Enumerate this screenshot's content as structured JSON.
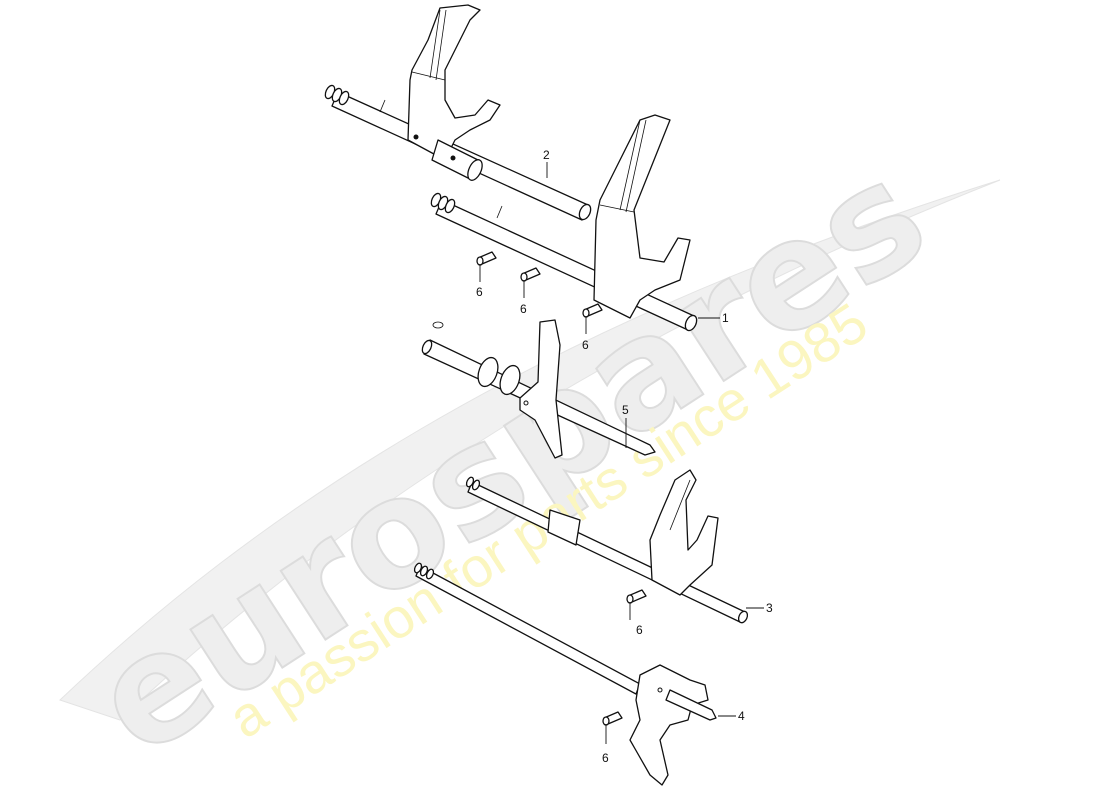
{
  "diagram": {
    "type": "exploded-parts-diagram",
    "subject": "gear shift forks and selector rods",
    "callouts": [
      {
        "id": "1",
        "label": "1",
        "part": "shift rod with fork (upper right)"
      },
      {
        "id": "2",
        "label": "2",
        "part": "shift rod with fork (top)"
      },
      {
        "id": "3",
        "label": "3",
        "part": "shift rod with fork (middle)"
      },
      {
        "id": "4",
        "label": "4",
        "part": "shift rod with reverse fork (bottom)"
      },
      {
        "id": "5",
        "label": "5",
        "part": "selector shaft with finger"
      },
      {
        "id": "6a",
        "label": "6",
        "part": "roll pin"
      },
      {
        "id": "6b",
        "label": "6",
        "part": "roll pin"
      },
      {
        "id": "6c",
        "label": "6",
        "part": "roll pin"
      },
      {
        "id": "6d",
        "label": "6",
        "part": "roll pin"
      },
      {
        "id": "6e",
        "label": "6",
        "part": "roll pin"
      }
    ]
  },
  "watermark": {
    "brand": "eurospares",
    "tagline": "a passion for parts since 1985",
    "brand_color": "#e6e6e6",
    "tagline_color": "#fbf6c0"
  },
  "colors": {
    "line": "#111111",
    "background": "#ffffff"
  }
}
